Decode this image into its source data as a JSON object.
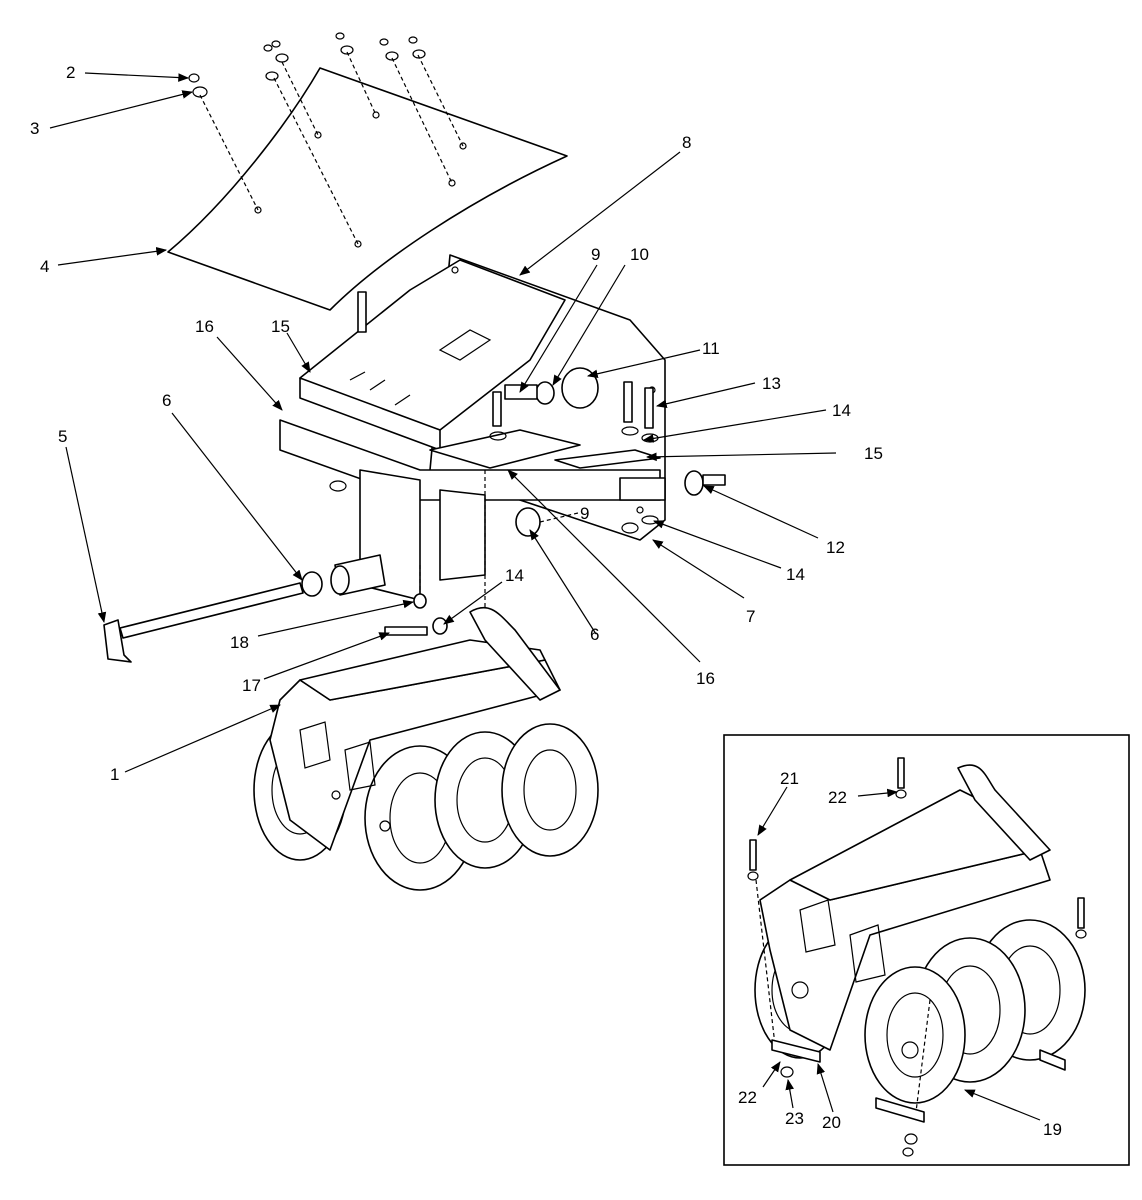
{
  "diagram": {
    "main_callouts": [
      "1",
      "2",
      "3",
      "4",
      "5",
      "6",
      "6",
      "7",
      "8",
      "9",
      "9",
      "10",
      "11",
      "12",
      "13",
      "14",
      "14",
      "14",
      "15",
      "15",
      "16",
      "16",
      "17",
      "18"
    ],
    "inset_callouts": [
      "19",
      "20",
      "21",
      "22",
      "22",
      "23"
    ]
  },
  "callouts": {
    "c1": "1",
    "c2": "2",
    "c3": "3",
    "c4": "4",
    "c5": "5",
    "c6a": "6",
    "c6b": "6",
    "c7": "7",
    "c8": "8",
    "c9a": "9",
    "c9b": "9",
    "c10": "10",
    "c11": "11",
    "c12": "12",
    "c13": "13",
    "c14a": "14",
    "c14b": "14",
    "c14c": "14",
    "c15a": "15",
    "c15b": "15",
    "c16a": "16",
    "c16b": "16",
    "c17": "17",
    "c18": "18",
    "c19": "19",
    "c20": "20",
    "c21": "21",
    "c22a": "22",
    "c22b": "22",
    "c23": "23"
  }
}
